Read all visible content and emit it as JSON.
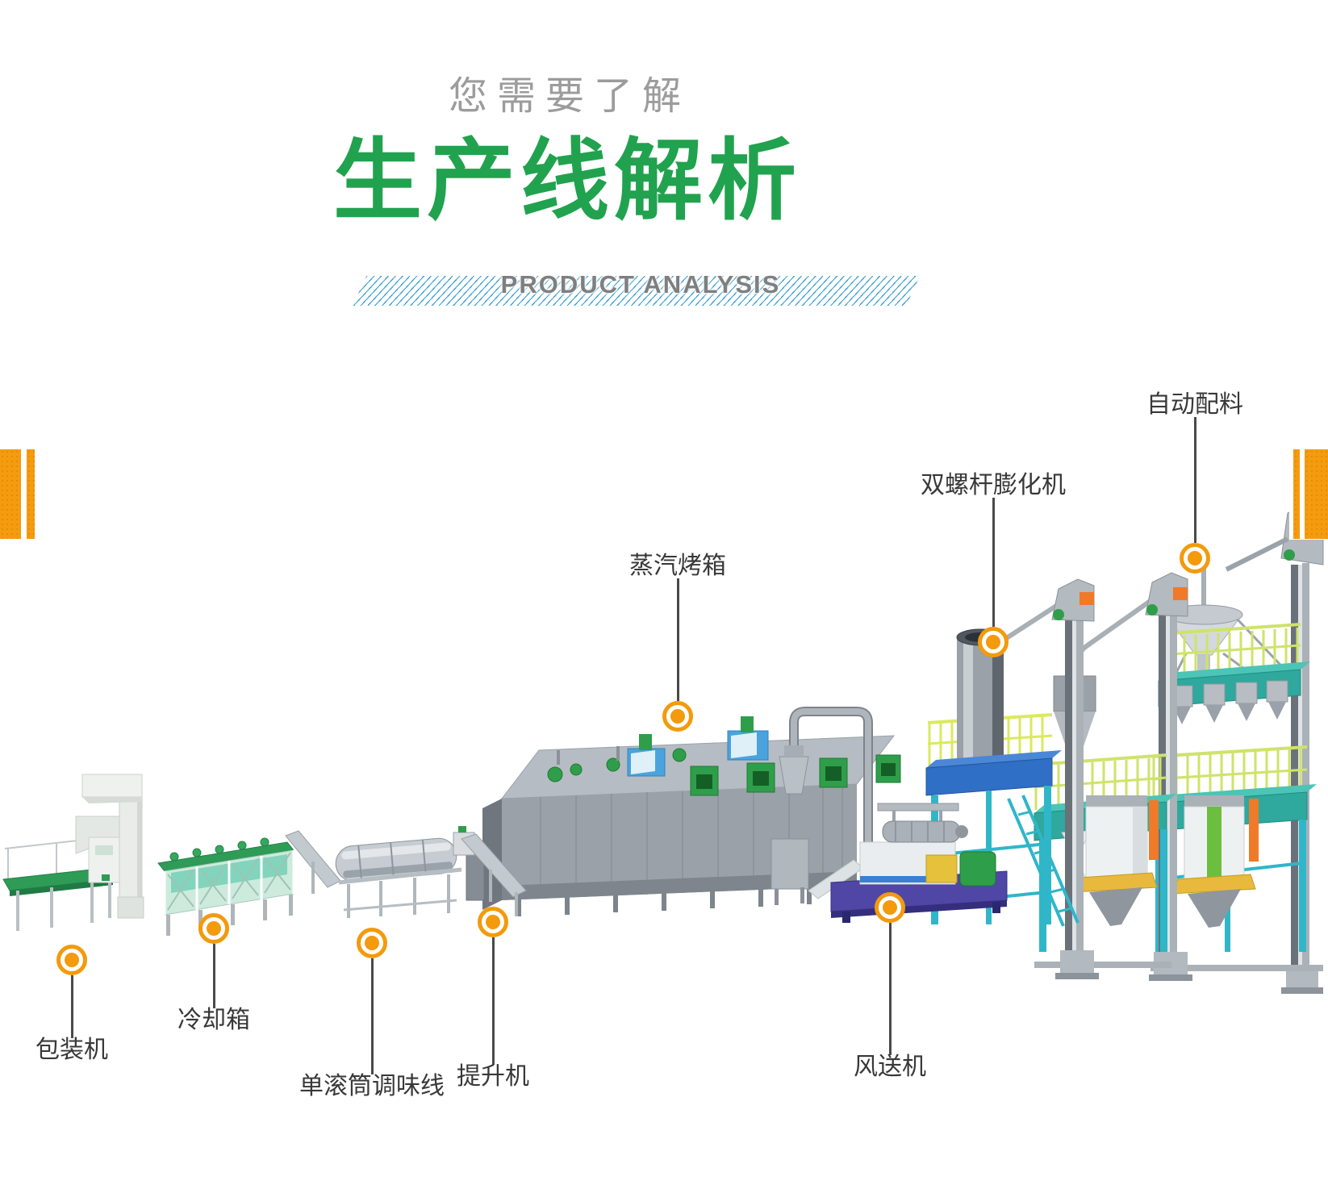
{
  "header": {
    "eyebrow": "您需要了解",
    "title": "生产线解析",
    "subtitle": "PRODUCT ANALYSIS"
  },
  "colors": {
    "title_green": "#21a24e",
    "eyebrow_gray": "#9c9c9c",
    "subtitle_gray": "#7f7f7f",
    "hatch_blue": "#3e9fd0",
    "marker_orange": "#f39a0d",
    "side_bar_orange": "#f59b0e",
    "label_dark": "#383838"
  },
  "callouts": [
    {
      "label": "自动配料",
      "position": "top"
    },
    {
      "label": "双螺杆膨化机",
      "position": "top"
    },
    {
      "label": "蒸汽烤箱",
      "position": "top"
    },
    {
      "label": "包装机",
      "position": "bottom"
    },
    {
      "label": "冷却箱",
      "position": "bottom"
    },
    {
      "label": "单滚筒调味线",
      "position": "bottom"
    },
    {
      "label": "提升机",
      "position": "bottom"
    },
    {
      "label": "风送机",
      "position": "bottom"
    }
  ]
}
